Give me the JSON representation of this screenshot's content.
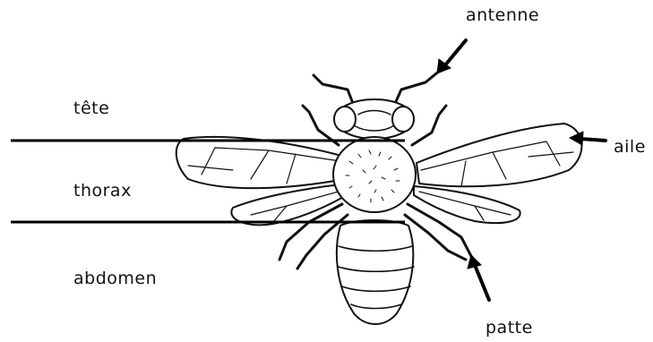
{
  "labels": {
    "tete": "tête",
    "thorax": "thorax",
    "abdomen": "abdomen",
    "antenne": "antenne",
    "aile": "aile",
    "patte": "patte"
  },
  "colors": {
    "ink": "#111111",
    "background": "#ffffff"
  },
  "figure": {
    "subject": "bee-line-drawing-icon"
  }
}
